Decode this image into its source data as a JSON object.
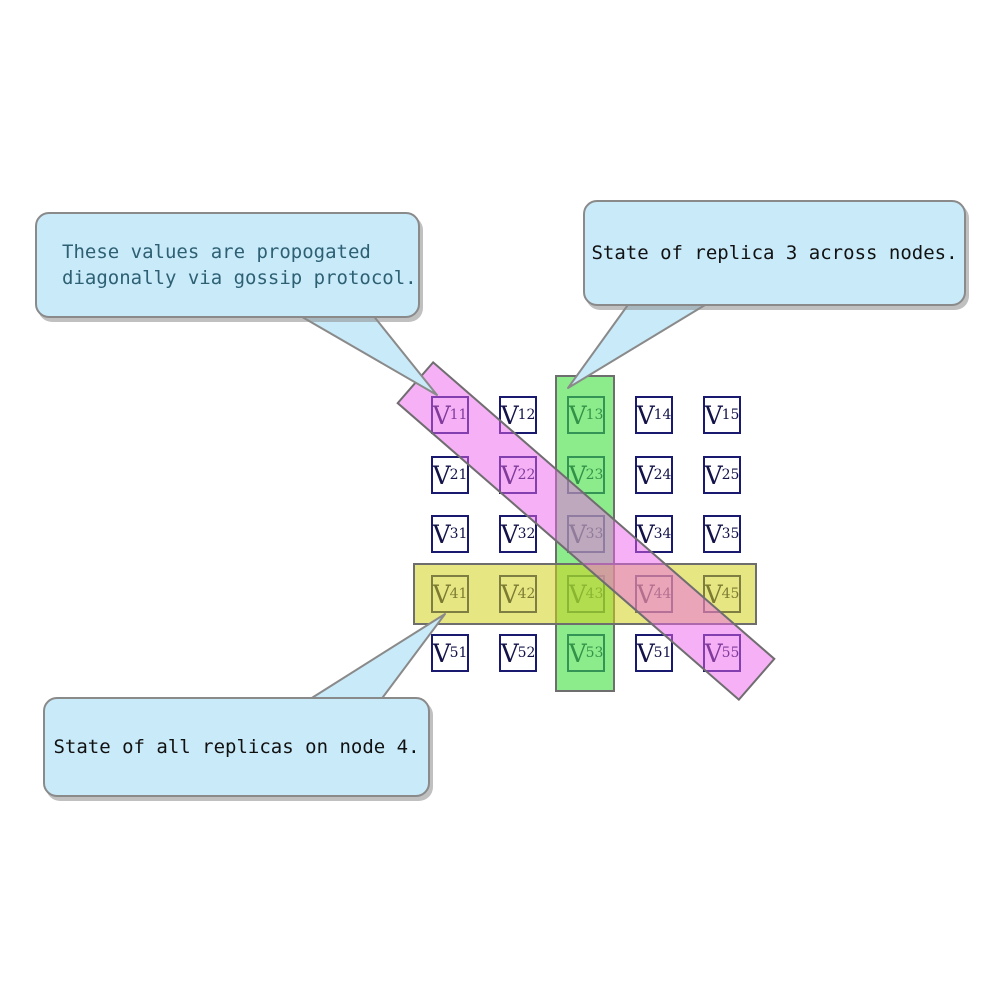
{
  "diagram": {
    "symbol": "V",
    "grid_subscripts": [
      [
        "11",
        "12",
        "13",
        "14",
        "15"
      ],
      [
        "21",
        "22",
        "23",
        "24",
        "25"
      ],
      [
        "31",
        "32",
        "33",
        "34",
        "35"
      ],
      [
        "41",
        "42",
        "43",
        "44",
        "45"
      ],
      [
        "51",
        "52",
        "53",
        "51",
        "55"
      ]
    ],
    "callouts": {
      "gossip": {
        "line1": "These values are propogated",
        "line2": "diagonally via gossip protocol."
      },
      "replica3": {
        "text": "State of replica 3 across nodes."
      },
      "node4": {
        "text": "State of all replicas on node 4."
      }
    },
    "colors": {
      "cell_border": "#191970",
      "cell_text": "#13134a",
      "green_highlight_fill": "#8cf38c",
      "yellow_highlight_fill": "#e6e683",
      "pink_highlight_fill": "#f6b1f6",
      "overlay_border": "#6e6e6e",
      "callout_fill": "#c9eaf9",
      "callout_border": "#8a8a8a",
      "gossip_text_color": "#2d6073",
      "note_text_color": "#111111"
    }
  }
}
